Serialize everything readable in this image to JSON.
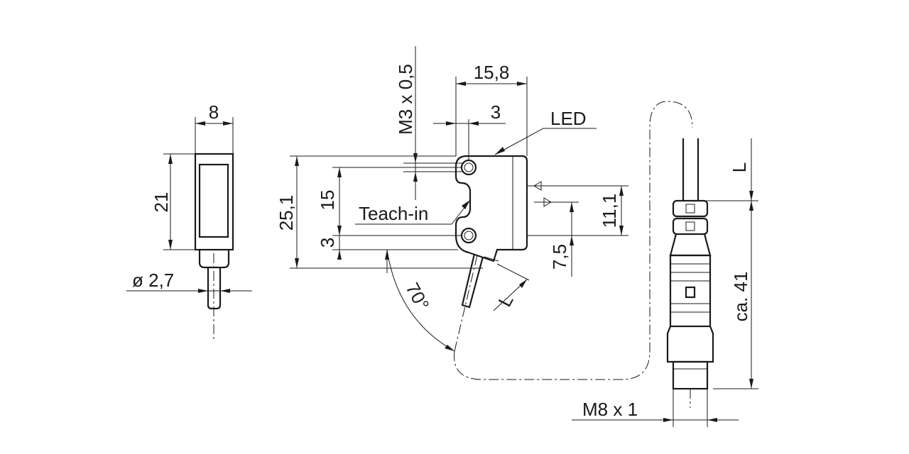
{
  "dimensions": {
    "width_front": "8",
    "height_front": "21",
    "cable_diameter": "ø  2,7",
    "thread_top": "M3 x 0,5",
    "width_body": "15,8",
    "hole_offset": "3",
    "led": "LED",
    "height_total": "25,1",
    "hole_spacing": "15",
    "hole_bottom": "3",
    "teach_in": "Teach-in",
    "angle": "70°",
    "cable_length_left": "L",
    "optic_offset_1": "11,1",
    "optic_offset_2": "7,5",
    "cable_length_right": "L",
    "connector_length": "ca.  41",
    "connector_thread": "M8 x 1"
  }
}
